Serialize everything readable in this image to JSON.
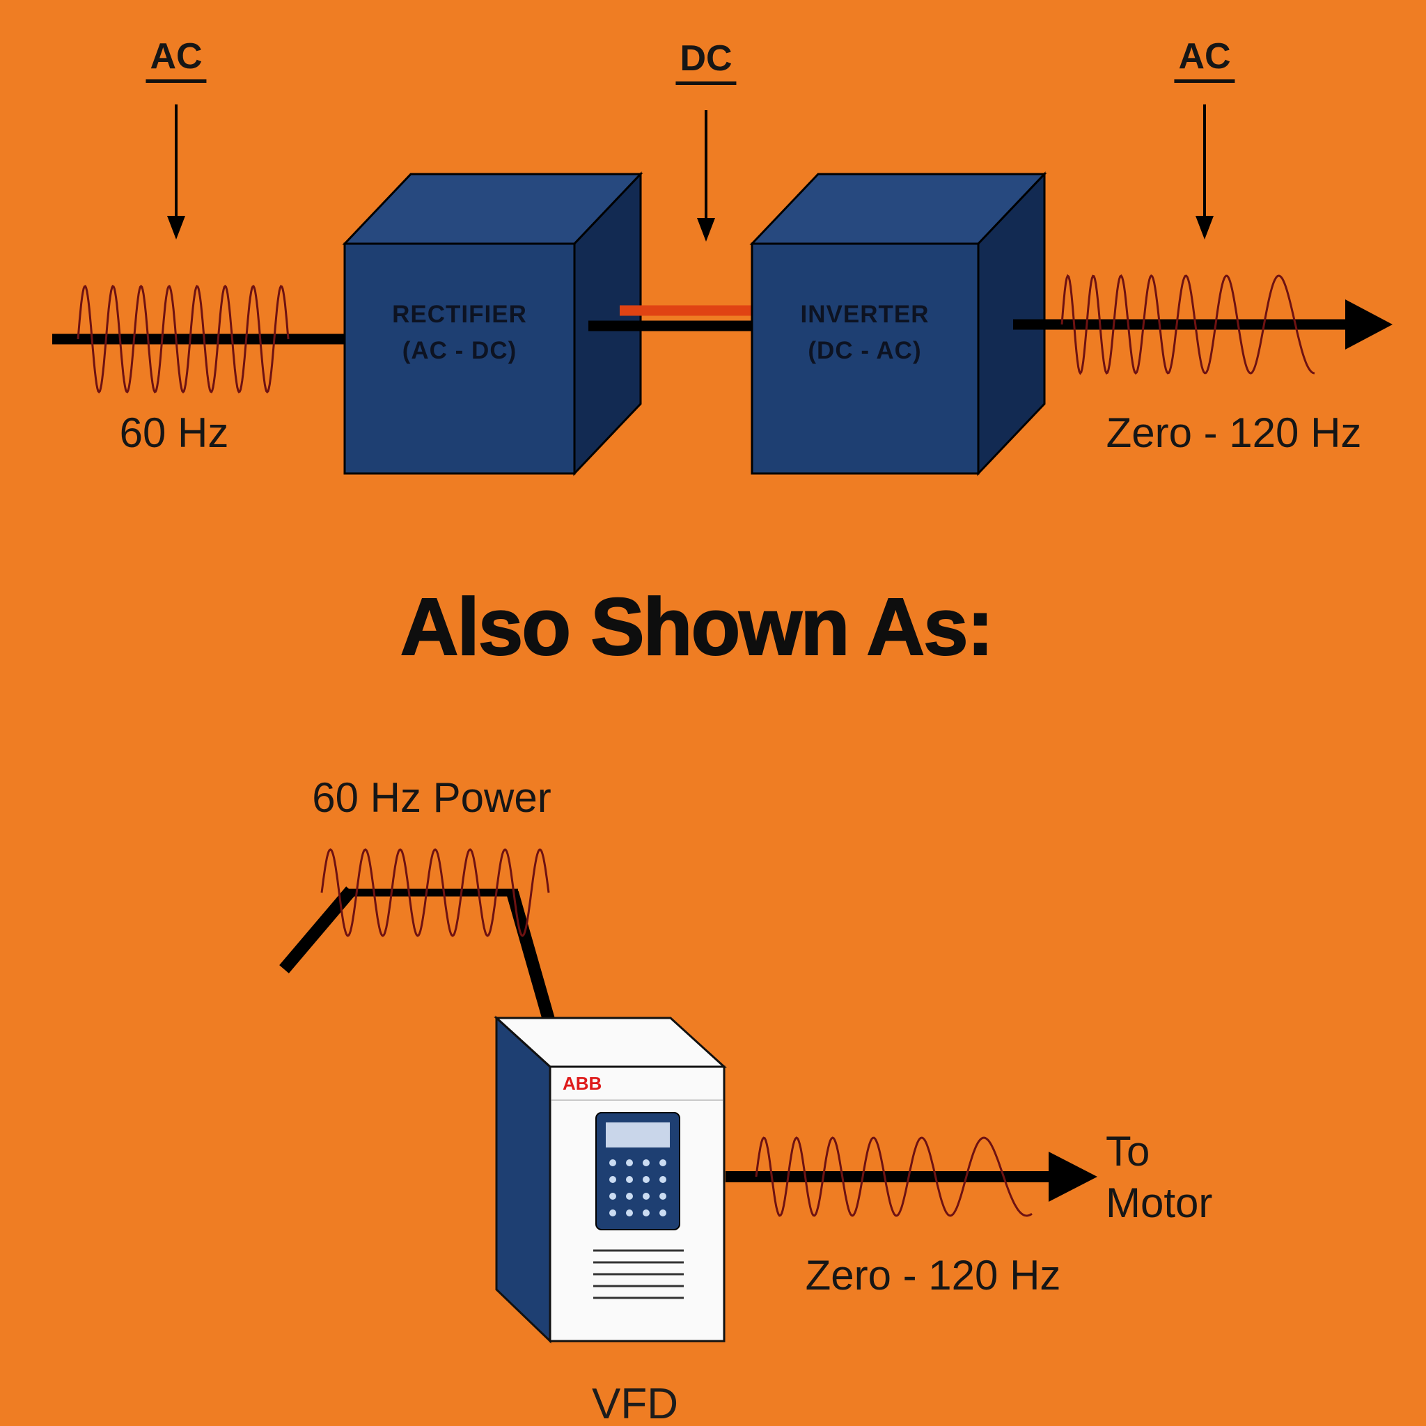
{
  "colors": {
    "background": "#EF7D23",
    "cube_front": "#1E3F72",
    "cube_top": "#27497F",
    "cube_side": "#122A52",
    "cube_text": "#0D1322",
    "wave": "#6E1212",
    "line": "#000000",
    "dc_link_red": "#E04313",
    "vfd_body": "#FAFAFA",
    "vfd_side": "#1E3F72",
    "keypad": "#1E3F72",
    "keypad_screen": "#C9D6EA",
    "keypad_dot": "#CBDCF2",
    "brand_red": "#DE1B1B",
    "text": "#161616"
  },
  "top_diagram": {
    "ac_input_label": "AC",
    "dc_label": "DC",
    "ac_output_label": "AC",
    "input_frequency": "60 Hz",
    "output_frequency": "Zero - 120 Hz",
    "rectifier": {
      "title": "RECTIFIER",
      "subtitle": "(AC - DC)"
    },
    "inverter": {
      "title": "INVERTER",
      "subtitle": "(DC - AC)"
    }
  },
  "heading": "Also Shown As:",
  "bottom_diagram": {
    "input_label": "60 Hz Power",
    "output_frequency": "Zero - 120 Hz",
    "destination_line1": "To",
    "destination_line2": "Motor",
    "device_brand": "ABB",
    "device_label": "VFD"
  }
}
